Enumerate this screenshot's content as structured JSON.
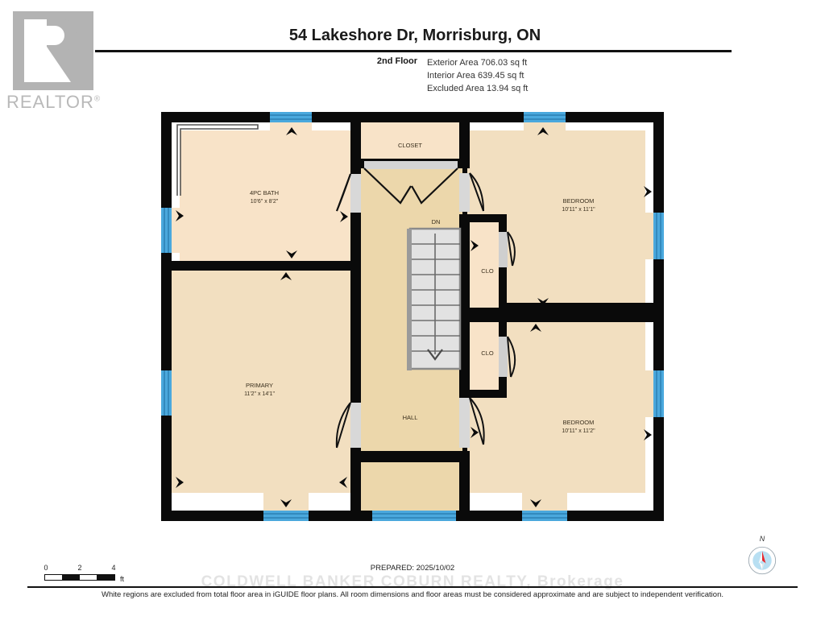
{
  "logo": {
    "word": "REALTOR",
    "registered": "®",
    "name": "realtor-logo"
  },
  "header": {
    "title": "54 Lakeshore Dr, Morrisburg, ON",
    "floor_label": "2nd Floor",
    "areas": [
      "Exterior Area 706.03 sq ft",
      "Interior Area 639.45 sq ft",
      "Excluded Area 13.94 sq ft"
    ]
  },
  "rooms": [
    {
      "id": "bath",
      "name": "4PC BATH",
      "dimensions": "10'6\" x 8'2\""
    },
    {
      "id": "primary",
      "name": "PRIMARY",
      "dimensions": "11'2\" x 14'1\""
    },
    {
      "id": "bedroom1",
      "name": "BEDROOM",
      "dimensions": "10'11\" x 11'1\""
    },
    {
      "id": "bedroom2",
      "name": "BEDROOM",
      "dimensions": "10'11\" x 11'2\""
    },
    {
      "id": "closet",
      "name": "CLOSET",
      "dimensions": ""
    },
    {
      "id": "clo_upper",
      "name": "CLO",
      "dimensions": ""
    },
    {
      "id": "clo_lower",
      "name": "CLO",
      "dimensions": ""
    },
    {
      "id": "hall",
      "name": "HALL",
      "dimensions": ""
    }
  ],
  "stairs": {
    "label": "DN",
    "treads": 9
  },
  "scale": {
    "ticks": [
      "0",
      "2",
      "4"
    ],
    "unit": "ft"
  },
  "footer": {
    "prepared": "PREPARED: 2025/10/02",
    "watermark": "COLDWELL BANKER COBURN REALTY, Brokerage",
    "disclaimer": "White regions are excluded from total floor area in iGUIDE floor plans. All room dimensions and floor areas must be considered approximate and are subject to independent verification."
  },
  "compass": {
    "north_label": "N"
  },
  "colors": {
    "wall": "#0a0a0a",
    "room_fill": "#f8e3c8",
    "room_fill_alt": "#f2dfc0",
    "hall_fill": "#ecd7ab",
    "window": "#4aa8dd",
    "door_swing": "#111111",
    "excluded": "#ffffff",
    "watermark": "#e3e3e3"
  }
}
